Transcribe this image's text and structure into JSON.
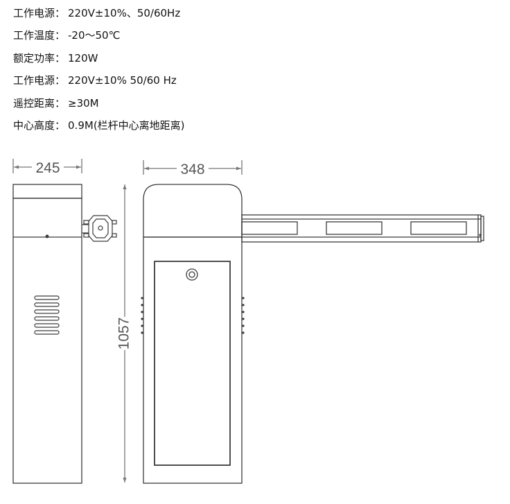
{
  "specs": [
    {
      "label": "工作电源：",
      "value": " 220V±10%、50/60Hz"
    },
    {
      "label": "工作温度：",
      "value": "-20～50℃"
    },
    {
      "label": "额定功率：",
      "value": "120W"
    },
    {
      "label": "工作电源：",
      "value": "220V±10% 50/60 Hz"
    },
    {
      "label": "遥控距离：",
      "value": "≥30M"
    },
    {
      "label": "中心高度：",
      "value": "0.9M(栏杆中心离地距离)"
    }
  ],
  "dimensions": {
    "side_width": "245",
    "front_width": "348",
    "height": "1057"
  },
  "colors": {
    "line": "#3a3a3a",
    "dim_line": "#777777",
    "dim_text": "#555555"
  }
}
